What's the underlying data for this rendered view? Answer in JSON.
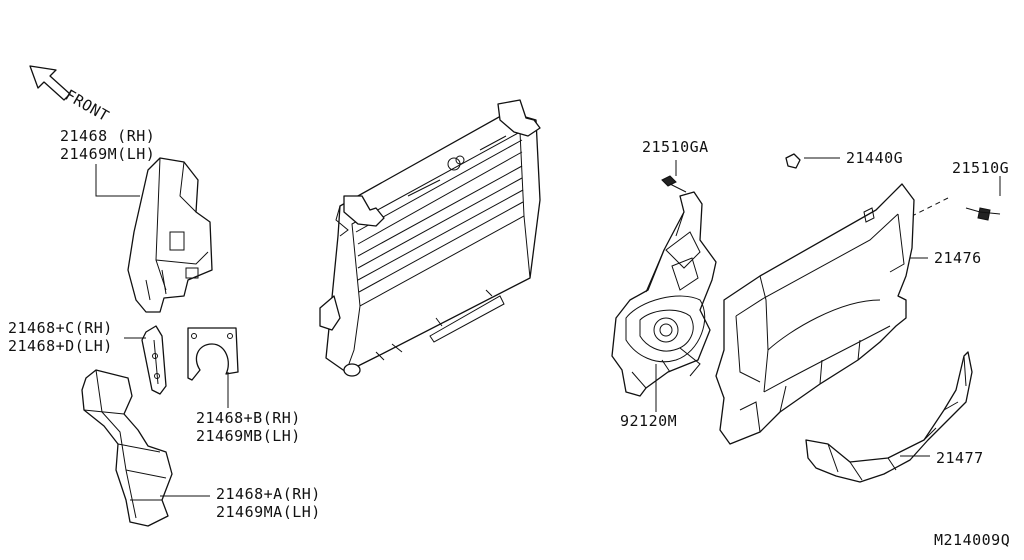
{
  "front_label": "FRONT",
  "labels": {
    "p21468_rh": "21468  (RH)",
    "p21469m_lh": "21469M(LH)",
    "p21468c_rh": "21468+C(RH)",
    "p21468d_lh": "21468+D(LH)",
    "p21468b_rh": "21468+B(RH)",
    "p21469mb_lh": "21469MB(LH)",
    "p21468a_rh": "21468+A(RH)",
    "p21469ma_lh": "21469MA(LH)",
    "p21510ga": "21510GA",
    "p21440g": "21440G",
    "p21510g": "21510G",
    "p21476": "21476",
    "p92120m": "92120M",
    "p21477": "21477"
  },
  "diagram_code": "M214009Q",
  "icons": [
    "front-arrow-icon"
  ]
}
